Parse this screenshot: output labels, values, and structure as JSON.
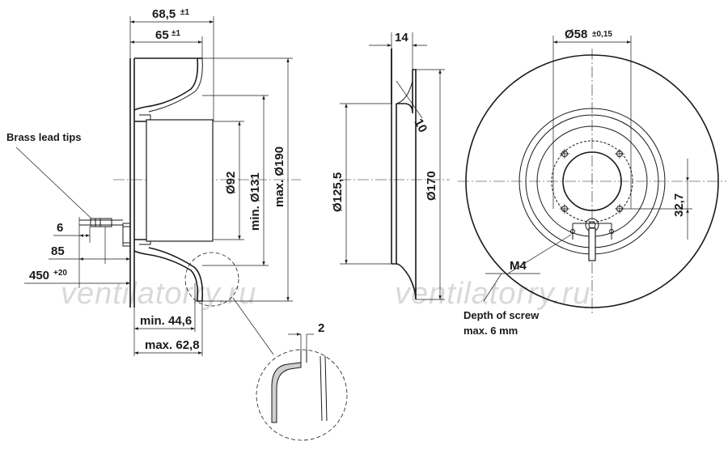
{
  "side_view": {
    "overall_length": "68,5",
    "overall_length_tol": "±1",
    "impeller_length": "65",
    "impeller_length_tol": "±1",
    "motor_diameter": "Ø92",
    "inlet_min_diameter": "min. Ø131",
    "impeller_max_diameter": "max. Ø190",
    "lead_dim_a": "6",
    "lead_dim_b": "85",
    "lead_length": "450",
    "lead_length_tol": "+20",
    "min_depth": "min. 44,6",
    "max_depth": "max. 62,8",
    "brass_lead_tips": "Brass lead tips"
  },
  "detail_view": {
    "wall_thickness": "2"
  },
  "inlet_ring_view": {
    "width": "14",
    "angle": "10",
    "inner_diameter": "Ø125,5",
    "outer_diameter": "Ø170"
  },
  "front_view": {
    "bolt_circle": "Ø58",
    "bolt_circle_tol": "±0,15",
    "offset": "32,7",
    "thread": "M4",
    "screw_note_line1": "Depth of screw",
    "screw_note_line2": "max. 6 mm"
  },
  "watermark": {
    "left": "ventilatorry.ru",
    "right": "ventilatorry.ru"
  }
}
